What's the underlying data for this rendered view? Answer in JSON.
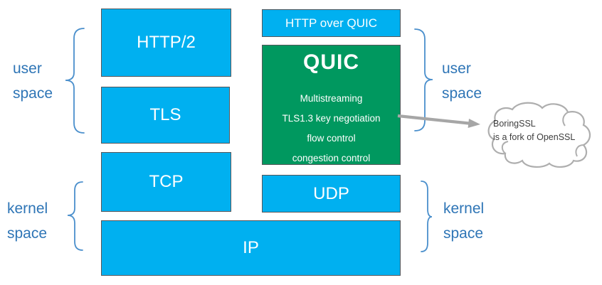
{
  "diagram": {
    "left_stack": {
      "http2": "HTTP/2",
      "tls": "TLS",
      "tcp": "TCP"
    },
    "right_stack": {
      "http_over_quic": "HTTP over QUIC",
      "quic_title": "QUIC",
      "quic_features": [
        "Multistreaming",
        "TLS1.3 key negotiation",
        "flow control",
        "congestion control"
      ],
      "udp": "UDP"
    },
    "ip": "IP",
    "labels": {
      "left_user": [
        "user",
        "space"
      ],
      "left_kernel": [
        "kernel",
        "space"
      ],
      "right_user": [
        "user",
        "space"
      ],
      "right_kernel": [
        "kernel",
        "space"
      ]
    },
    "cloud_note": [
      "BoringSSL",
      "is a fork of OpenSSL"
    ],
    "colors": {
      "box_cyan": "#00b0f0",
      "box_green": "#00985f",
      "box_text": "#ffffff",
      "label_blue": "#2e75b6",
      "brace_blue": "#4a8fcc",
      "arrow_gray": "#a6a6a6",
      "cloud_outline_gray": "#aeaeae"
    }
  }
}
